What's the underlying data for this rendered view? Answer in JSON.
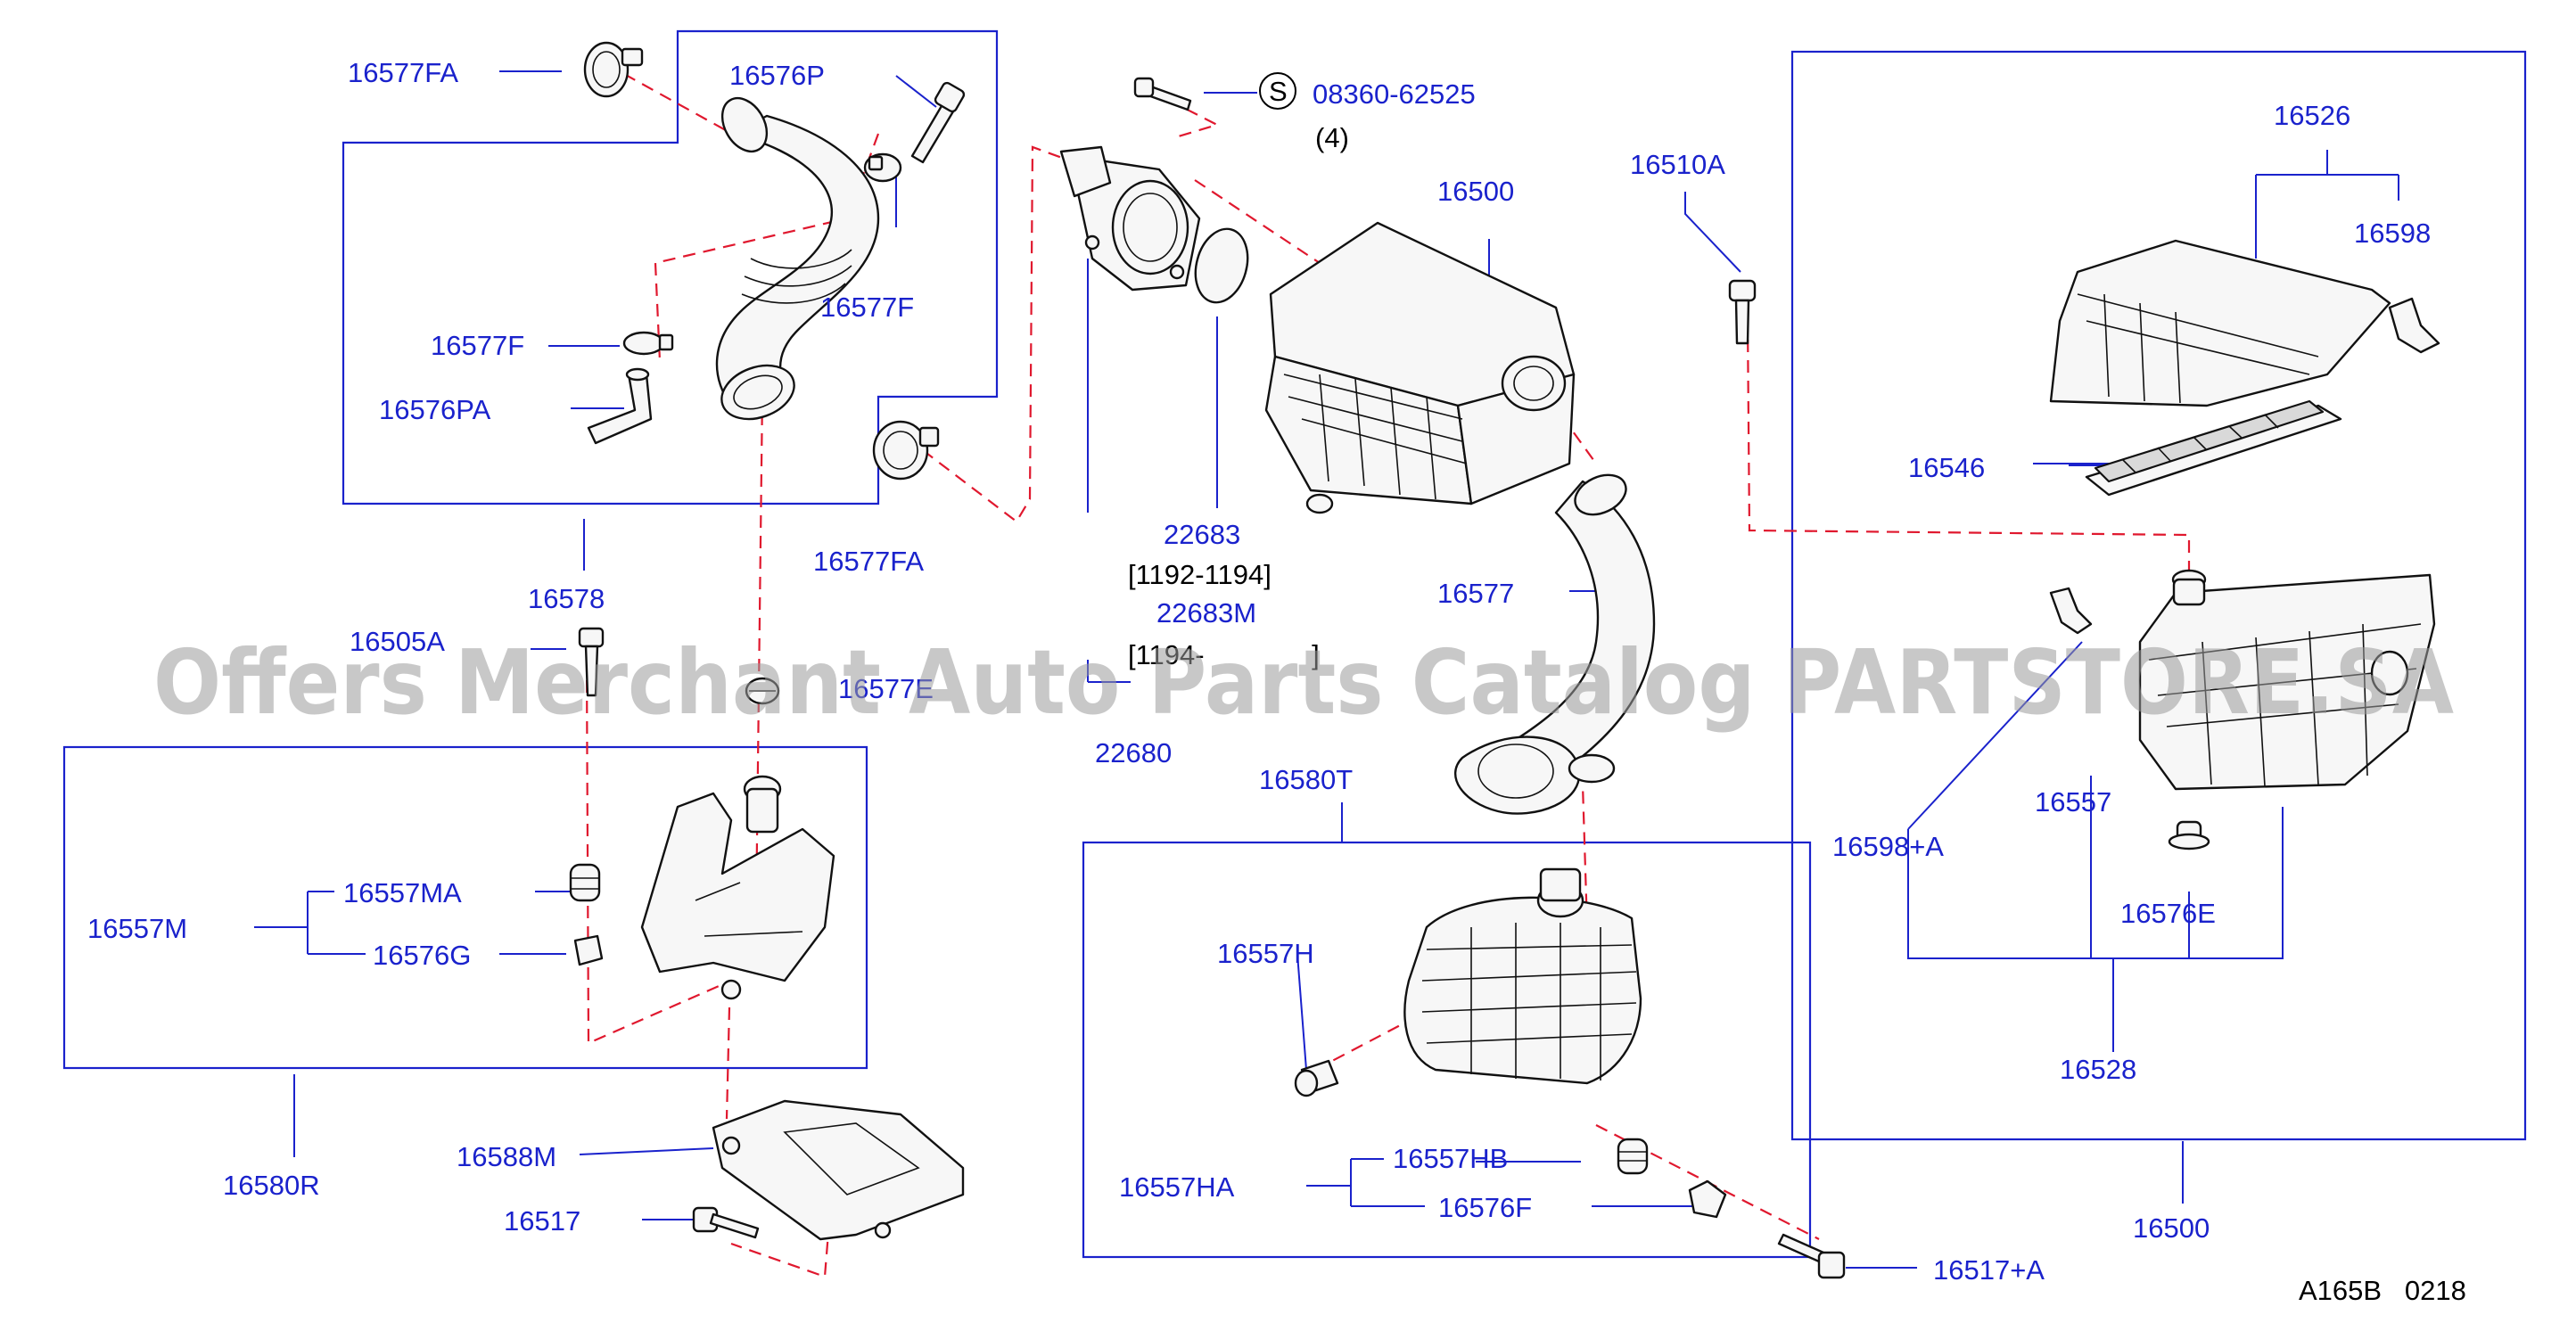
{
  "labels": {
    "p16577FA_top": "16577FA",
    "p16576P": "16576P",
    "p16577F_right": "16577F",
    "p16577F_left": "16577F",
    "p16576PA": "16576PA",
    "p16577FA_bottom": "16577FA",
    "p16578": "16578",
    "p16505A": "16505A",
    "p16577E": "16577E",
    "p16557M": "16557M",
    "p16557MA": "16557MA",
    "p16576G": "16576G",
    "p16580R": "16580R",
    "p16588M": "16588M",
    "p16517": "16517",
    "s_symbol": "S",
    "p08360": "08360-62525",
    "qty4": "(4)",
    "p16500_center": "16500",
    "p22683": "22683",
    "range1": "[1192-1194]",
    "p22683M": "22683M",
    "range2": "[1194-              ]",
    "p22680": "22680",
    "p16577": "16577",
    "p16580T": "16580T",
    "p16557H": "16557H",
    "p16557HB": "16557HB",
    "p16557HA": "16557HA",
    "p16576F": "16576F",
    "p16517A": "16517+A",
    "p16510A": "16510A",
    "p16526": "16526",
    "p16598": "16598",
    "p16546": "16546",
    "p16598A": "16598+A",
    "p16557": "16557",
    "p16576E": "16576E",
    "p16528": "16528",
    "p16500_right": "16500",
    "code": "A165B   0218"
  },
  "watermark": "Offers Merchant Auto Parts Catalog PARTSTORE.SA",
  "colors": {
    "label": "#1a22cc",
    "leader": "#1a22cc",
    "dashed_link": "#e0182e",
    "part_outline": "#111111",
    "watermark": "#9a9a9a"
  }
}
